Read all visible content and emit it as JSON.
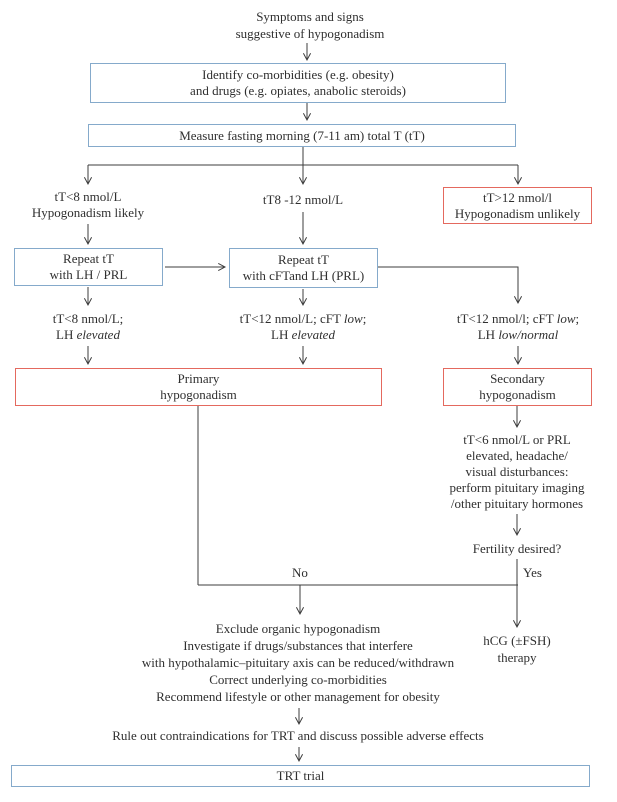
{
  "palette": {
    "blue_border": "#85aacb",
    "red_border": "#e4695e",
    "text": "#2f2f2f",
    "line": "#3c3c3c"
  },
  "nodes": {
    "start": {
      "lines": [
        "Symptoms and signs",
        "suggestive of hypogonadism"
      ]
    },
    "identify": {
      "lines": [
        "Identify co-morbidities (e.g. obesity)",
        "and drugs (e.g. opiates, anabolic steroids)"
      ]
    },
    "measure": {
      "label": "Measure fasting morning (7-11 am) total T (tT)"
    },
    "branch_low": {
      "lines": [
        "tT<8 nmol/L",
        "Hypogonadism likely"
      ]
    },
    "branch_mid": {
      "label": "tT8 -12 nmol/L"
    },
    "branch_high": {
      "lines": [
        "tT>12 nmol/l",
        "Hypogonadism unlikely"
      ]
    },
    "repeat_left": {
      "lines": [
        "Repeat tT",
        "with LH / PRL"
      ]
    },
    "repeat_mid": {
      "lines": [
        "Repeat tT",
        "with cFTand LH (PRL)"
      ]
    },
    "result_left": {
      "line1": "tT<8 nmol/L;",
      "line2_plain": "LH ",
      "line2_italic": "elevated"
    },
    "result_mid": {
      "line1_plain": "tT<12 nmol/L; cFT ",
      "line1_italic": "low",
      "line1_end": ";",
      "line2_plain": "LH ",
      "line2_italic": "elevated"
    },
    "result_right": {
      "line1_plain": "tT<12 nmol/l; cFT ",
      "line1_italic": "low",
      "line1_end": ";",
      "line2_plain": "LH ",
      "line2_italic": "low/normal"
    },
    "primary": {
      "lines": [
        "Primary",
        "hypogonadism"
      ]
    },
    "secondary": {
      "lines": [
        "Secondary",
        "hypogonadism"
      ]
    },
    "pituitary": {
      "lines": [
        "tT<6 nmol/L or PRL",
        "elevated, headache/",
        "visual disturbances:",
        "perform pituitary imaging",
        "/other pituitary hormones"
      ]
    },
    "fertility": {
      "label": "Fertility desired?"
    },
    "no_label": "No",
    "yes_label": "Yes",
    "hcg": {
      "lines": [
        "hCG (±FSH)",
        "therapy"
      ]
    },
    "manage": {
      "lines": [
        "Exclude organic hypogonadism",
        "Investigate if drugs/substances that interfere",
        "with hypothalamic–pituitary axis can be reduced/withdrawn",
        "Correct underlying co-morbidities",
        "Recommend lifestyle or other management for obesity"
      ]
    },
    "rule_out": {
      "label": "Rule out contraindications for TRT and discuss possible adverse effects"
    },
    "trt": {
      "label": "TRT trial"
    }
  }
}
